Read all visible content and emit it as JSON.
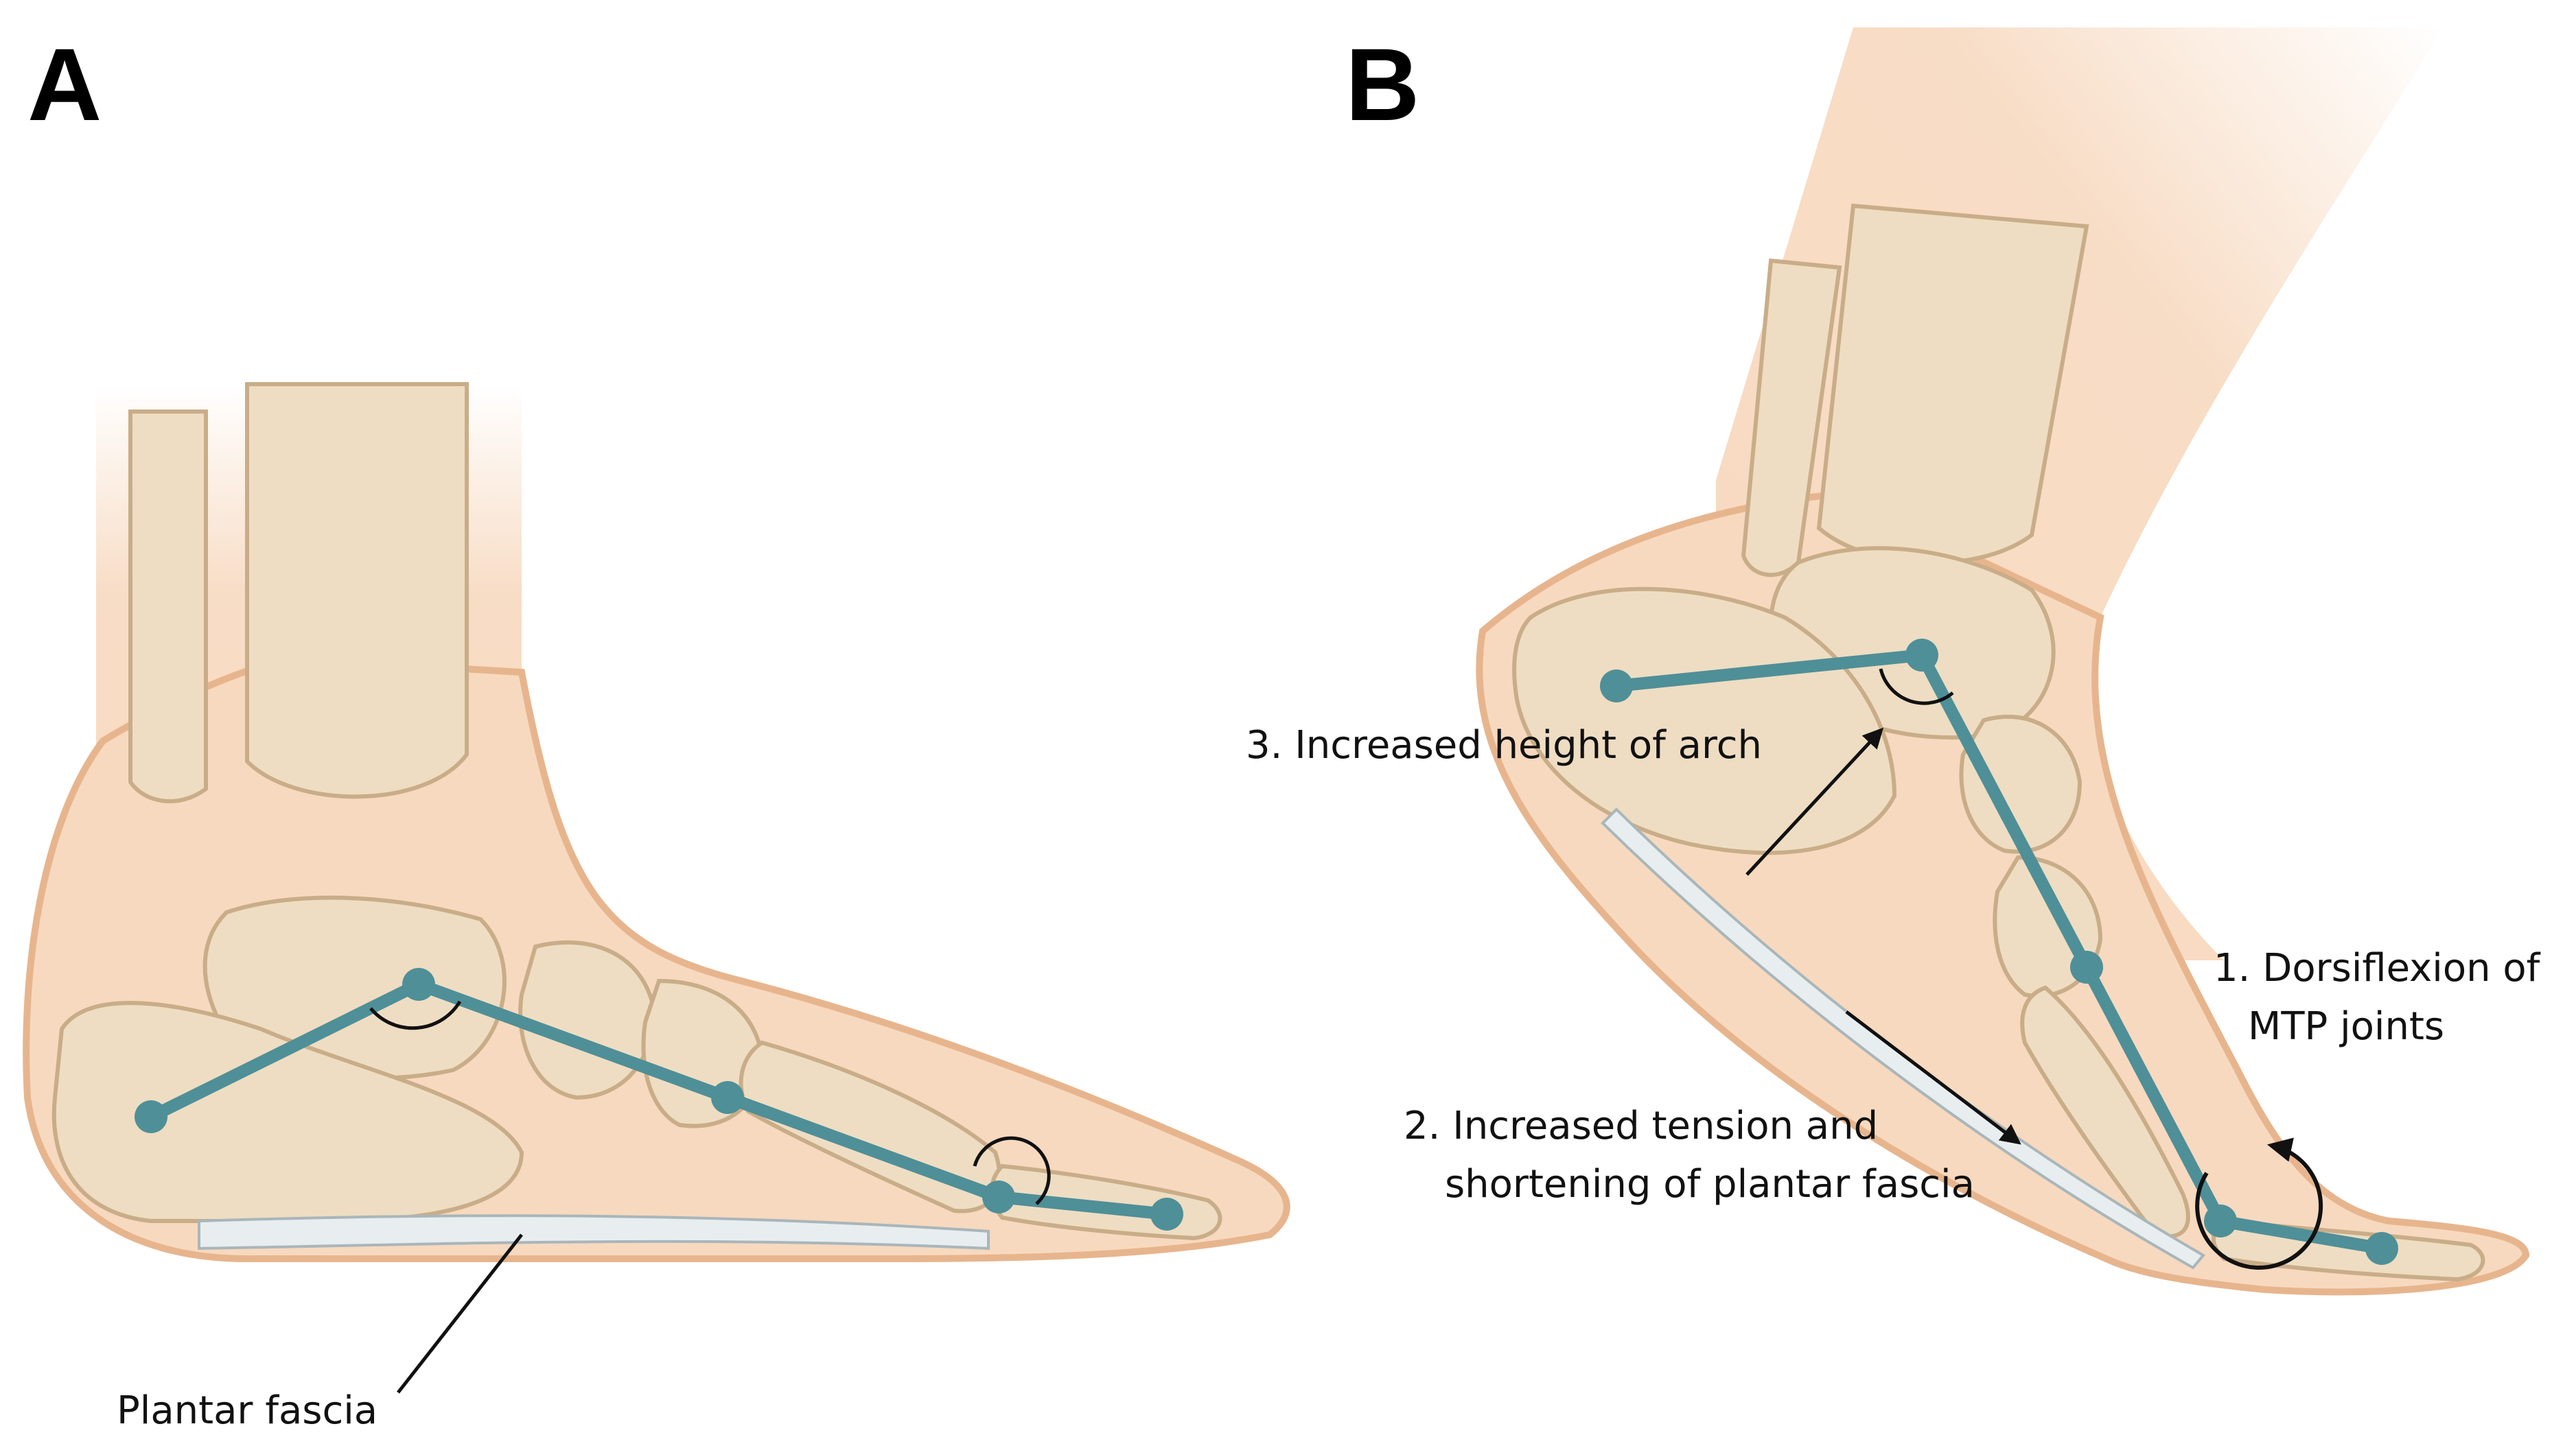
{
  "panels": {
    "a": {
      "letter": "A",
      "plantar_fascia_label": "Plantar fascia"
    },
    "b": {
      "letter": "B",
      "arch_label": "3. Increased height of arch",
      "dorsiflexion_label_line1": "1. Dorsiflexion of",
      "dorsiflexion_label_line2": "MTP joints",
      "tension_label_line1": "2. Increased tension and",
      "tension_label_line2": "shortening of plantar fascia"
    }
  },
  "colors": {
    "skin": "#f7d9bf",
    "skin_outline": "#e7b58d",
    "bone": "#eeddc2",
    "bone_outline": "#c9ad88",
    "truss_line": "#4f8f98",
    "fascia": "#e8eef0",
    "arrow": "#111111"
  }
}
